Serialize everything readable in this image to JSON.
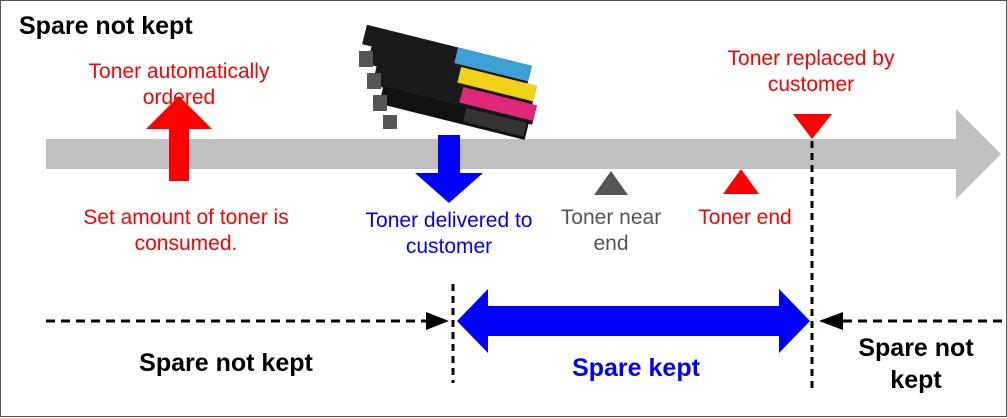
{
  "diagram": {
    "title": "Spare not kept",
    "events": {
      "auto_order": "Toner automatically ordered",
      "consumed": "Set amount of toner is consumed.",
      "delivered": "Toner delivered to customer",
      "near_end": "Toner near end",
      "end": "Toner end",
      "replaced": "Toner replaced by customer"
    },
    "periods": {
      "before": "Spare not kept",
      "during": "Spare kept",
      "after": "Spare not kept"
    },
    "colors": {
      "timeline": "#c0c0c0",
      "event_red": "#ff0000",
      "event_blue": "#0000ff",
      "near_end_gray": "#555555",
      "period_arrow": "#0000ff"
    },
    "icons": {
      "toner_image": "toner-cartridges-image"
    }
  }
}
